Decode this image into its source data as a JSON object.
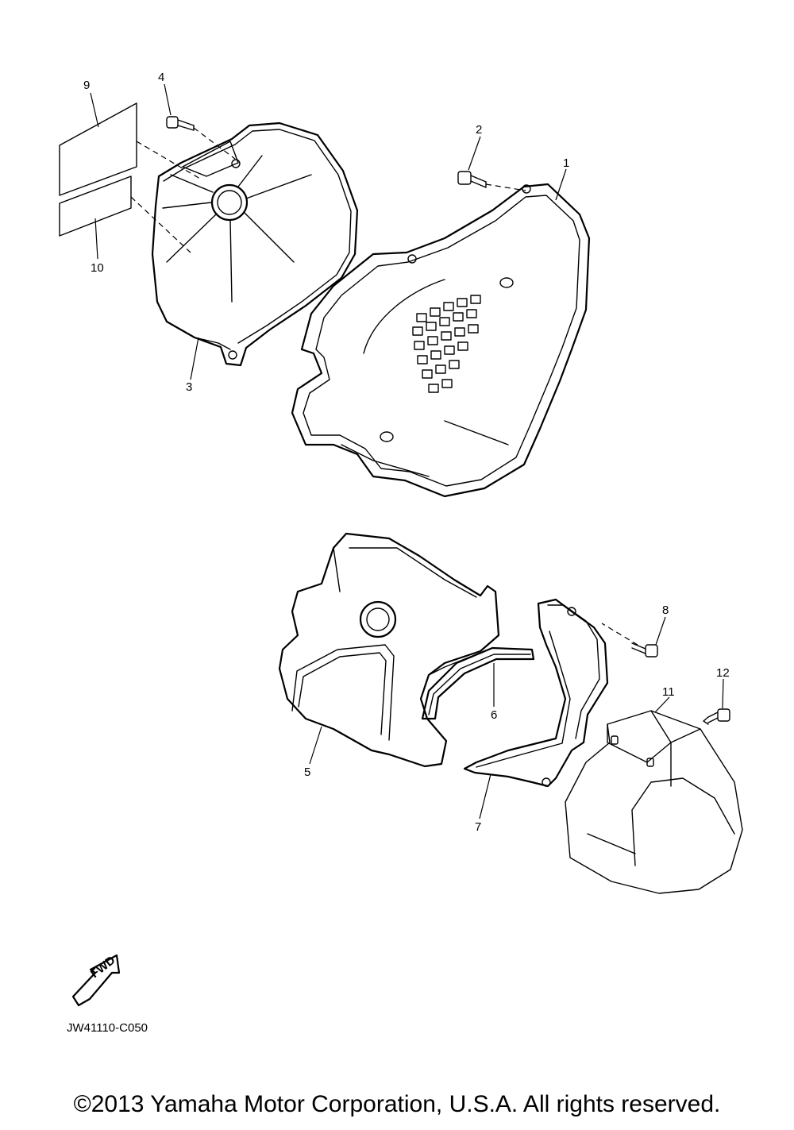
{
  "callouts": {
    "c1": "1",
    "c2": "2",
    "c3": "3",
    "c4": "4",
    "c5": "5",
    "c6": "6",
    "c7": "7",
    "c8": "8",
    "c9": "9",
    "c10": "10",
    "c11": "11",
    "c12": "12"
  },
  "fwd_label": "FWD",
  "diagram_code": "JW41110-C050",
  "copyright": "©2013 Yamaha Motor Corporation, U.S.A. All rights reserved."
}
